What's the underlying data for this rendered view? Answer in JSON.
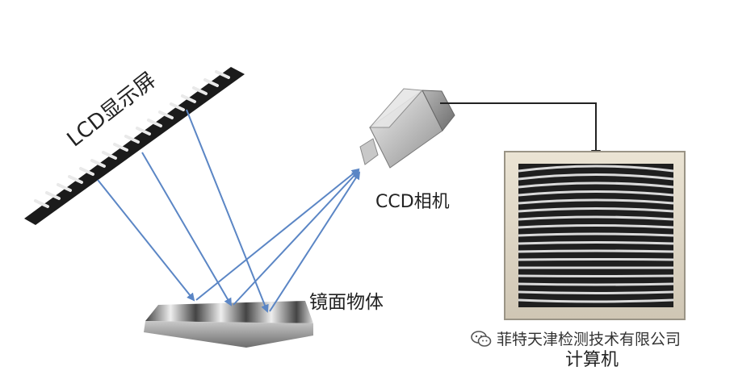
{
  "labels": {
    "lcd": "LCD显示屏",
    "ccd": "CCD相机",
    "object": "镜面物体",
    "computer": "计算机"
  },
  "watermark": {
    "text": "菲特天津检测技术有限公司",
    "icon": "wechat-icon"
  },
  "colors": {
    "ray": "#5b86c5",
    "arrow": "#222222",
    "frame": "#d8d0c0",
    "screen": "#222222"
  },
  "icons": {
    "camera": "camera-icon",
    "monitor": "monitor-icon"
  }
}
